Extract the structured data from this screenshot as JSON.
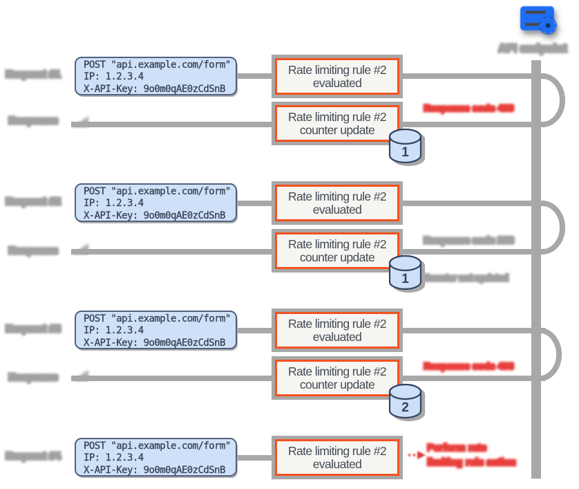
{
  "origin": {
    "label": "API endpoint",
    "icon": "server-gear-icon",
    "server_color": "#1e6ef5"
  },
  "request_card": {
    "line1": "POST \"api.example.com/form\"",
    "line2": "IP: 1.2.3.4",
    "line3": "X-API-Key: 9o0m0qAE0zCdSnB"
  },
  "rule_boxes": {
    "evaluated": {
      "line1": "Rate limiting rule #2",
      "line2": "evaluated"
    },
    "counter_update": {
      "line1": "Rate limiting rule #2",
      "line2": "counter update"
    }
  },
  "rows": [
    {
      "request_label": "Request #1",
      "response_label": "Response",
      "annotation": "Response code 400",
      "counter": "1"
    },
    {
      "request_label": "Request #2",
      "response_label": "Response",
      "annotation": "Response code 200",
      "note": "Counter not updated",
      "counter": "1"
    },
    {
      "request_label": "Request #3",
      "response_label": "Response",
      "annotation": "Response code 400",
      "counter": "2"
    },
    {
      "request_label": "Request #4",
      "action": {
        "line1": "Perform rate",
        "line2": "limiting rule action"
      }
    }
  ],
  "colors": {
    "accent_orange": "#f4511e",
    "line_gray": "#a8a8a8",
    "card_blue_fill": "#cfe1f8",
    "card_blue_border": "#51607a",
    "cylinder_fill": "#cde0f8",
    "cylinder_stroke": "#33425f",
    "alert_red": "#e23b3b",
    "note_gray": "#9a9a9a",
    "server_blue": "#1e6ef5"
  }
}
